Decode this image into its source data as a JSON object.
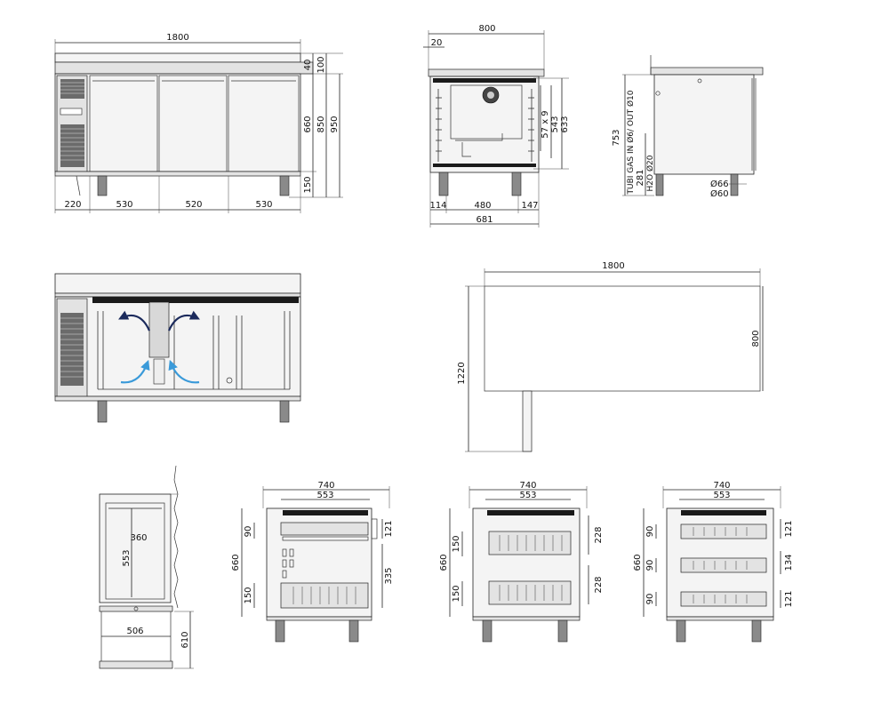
{
  "front_view": {
    "total_width": "1800",
    "top_height": "40",
    "top_height_total": "100",
    "body_height": "660",
    "overall_height_a": "850",
    "overall_height_b": "950",
    "leg_height": "150",
    "widths": [
      "220",
      "530",
      "520",
      "530"
    ]
  },
  "side_section": {
    "depth": "800",
    "lip": "20",
    "h1": "57 x 9",
    "h2": "543",
    "h3": "633",
    "w_left": "114",
    "w_mid": "480",
    "w_right": "147",
    "w_total": "681"
  },
  "side_view": {
    "height": "753",
    "gas_label": "TUBI GAS IN Ø6/ OUT Ø10",
    "h281": "281",
    "h2o_label": "H2O Ø20",
    "d66": "Ø66",
    "d60": "Ø60"
  },
  "plan_view": {
    "width": "1800",
    "depth": "800",
    "clearance": "1220"
  },
  "door_detail": {
    "w360": "360",
    "h553": "553",
    "w506": "506",
    "h610": "610"
  },
  "drawer_sections": [
    {
      "width": "740",
      "inner": "553",
      "h660": "660",
      "left": [
        "90",
        "150"
      ],
      "right": [
        "121",
        "335"
      ]
    },
    {
      "width": "740",
      "inner": "553",
      "h660": "660",
      "left": [
        "150",
        "150"
      ],
      "right": [
        "228",
        "228"
      ]
    },
    {
      "width": "740",
      "inner": "553",
      "h660": "660",
      "left": [
        "90",
        "90",
        "90"
      ],
      "right": [
        "121",
        "134",
        "121"
      ]
    }
  ],
  "colors": {
    "airflow_dark": "#1b2a5c",
    "airflow_light": "#3a9ad9"
  }
}
